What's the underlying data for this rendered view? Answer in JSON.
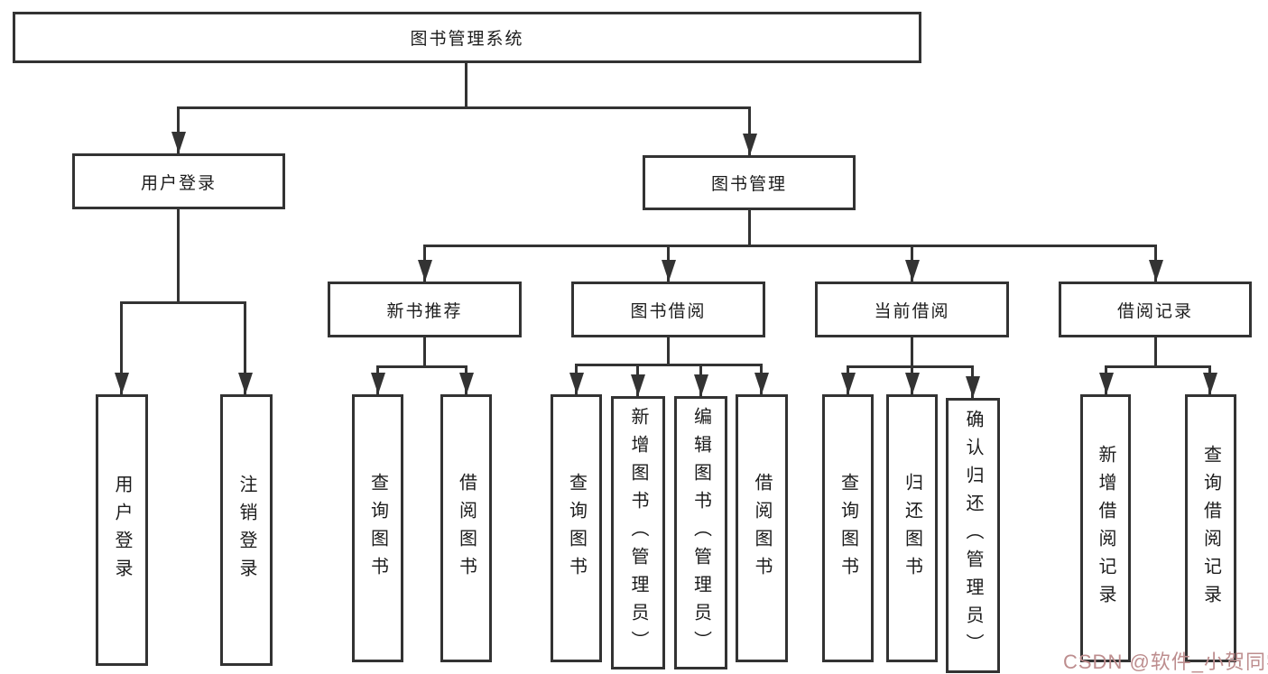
{
  "colors": {
    "line": "#333333",
    "text": "#1c1c1c",
    "watermark": "#bd8d8e",
    "background": "#ffffff"
  },
  "watermark": "CSDN @软件_小贺同学",
  "diagram": {
    "root": "图书管理系统",
    "level2": {
      "user_login": "用户登录",
      "book_management": "图书管理"
    },
    "level3": [
      "新书推荐",
      "图书借阅",
      "当前借阅",
      "借阅记录"
    ],
    "leaves": {
      "user_login": [
        "用户登录",
        "注销登录"
      ],
      "new_book": [
        "查询图书",
        "借阅图书"
      ],
      "book_borrow": [
        "查询图书",
        "新增图书（管理员）",
        "编辑图书（管理员）",
        "借阅图书"
      ],
      "current_borrow": [
        "查询图书",
        "归还图书",
        "确认归还（管理员）"
      ],
      "borrow_record": [
        "新增借阅记录",
        "查询借阅记录"
      ]
    }
  }
}
